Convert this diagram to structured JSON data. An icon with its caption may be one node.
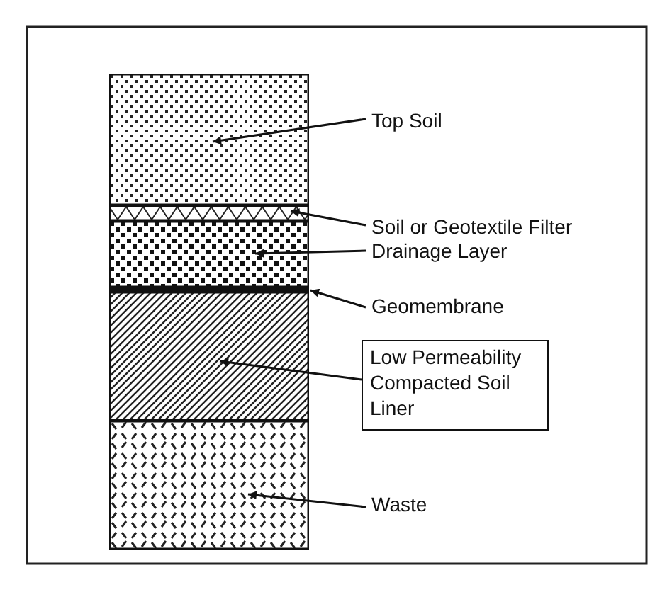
{
  "diagram": {
    "nodes": [
      {
        "text": [],
        "shape": "box"
      },
      {
        "text": [],
        "shape": "box"
      },
      {
        "text": [],
        "shape": "box"
      },
      {
        "text": [],
        "shape": "bar"
      },
      {
        "text": [],
        "shape": "box"
      },
      {
        "text": [],
        "shape": "box"
      },
      {
        "text": [
          "Top Soil"
        ]
      },
      {
        "text": [
          "Soil or Geotextile Filter"
        ]
      },
      {
        "text": [
          "Drainage Layer"
        ]
      },
      {
        "text": [
          "Geomembrane"
        ]
      },
      {
        "text": [
          "Low Permeability Compacted Soil Liner"
        ]
      },
      {
        "text": [
          "Waste"
        ]
      }
    ],
    "edges": [
      {
        "from": 6,
        "to": 0,
        "arrow": "to"
      },
      {
        "from": 7,
        "to": 1,
        "arrow": "to"
      },
      {
        "from": 8,
        "to": 2,
        "arrow": "to"
      },
      {
        "from": 9,
        "to": 3,
        "arrow": "to"
      },
      {
        "from": 10,
        "to": 4,
        "arrow": "to"
      },
      {
        "from": 11,
        "to": 5,
        "arrow": "to"
      }
    ]
  }
}
